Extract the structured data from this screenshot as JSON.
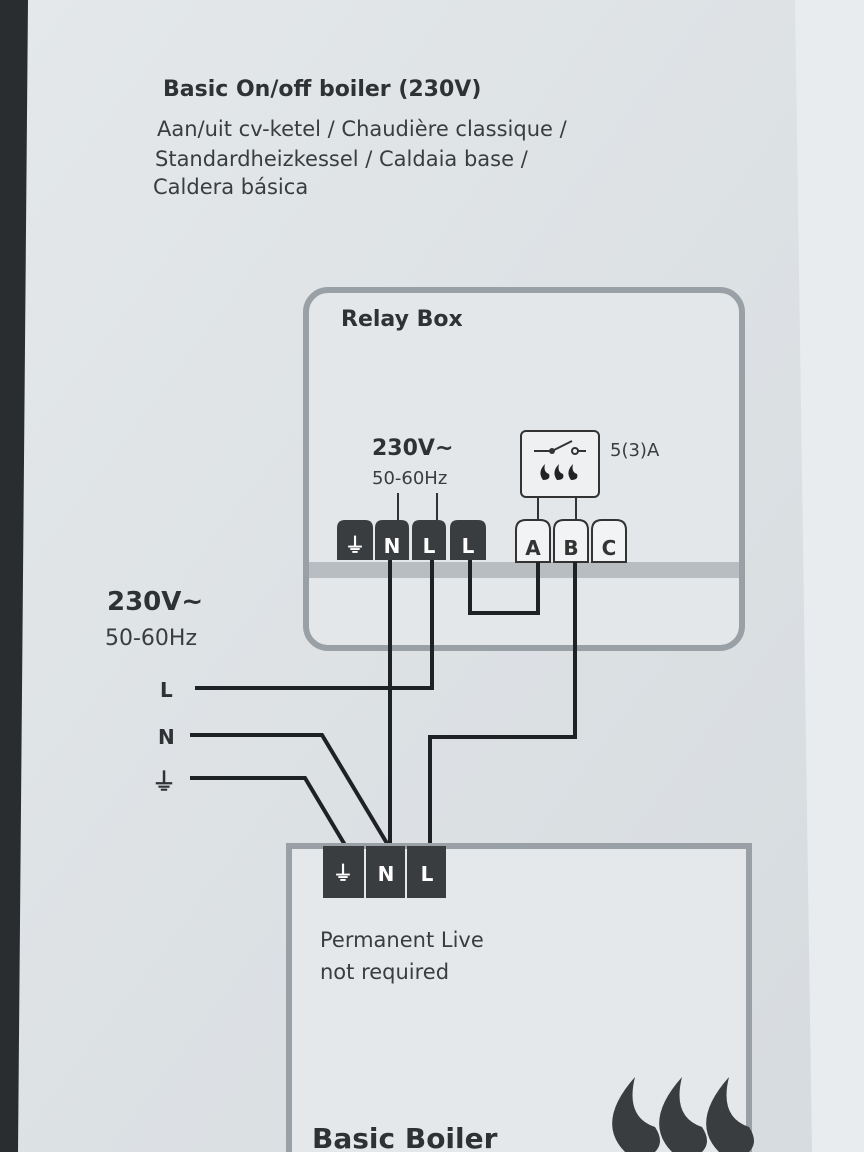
{
  "title": "Basic On/off boiler (230V)",
  "subtitle_lines": [
    "Aan/uit cv-ketel / Chaudière classique /",
    "Standardheizkessel / Caldaia base /",
    "Caldera básica"
  ],
  "relay_box": {
    "label": "Relay Box",
    "voltage": "230V~",
    "frequency": "50-60Hz",
    "rating": "5(3)A",
    "power_terminals": [
      "⏚",
      "N",
      "L",
      "L"
    ],
    "switch_terminals": [
      "A",
      "B",
      "C"
    ]
  },
  "supply": {
    "voltage": "230V~",
    "frequency": "50-60Hz",
    "lines": [
      "L",
      "N",
      "⏚"
    ]
  },
  "boiler": {
    "terminals": [
      "⏚",
      "N",
      "L"
    ],
    "note_lines": [
      "Permanent Live",
      "not required"
    ],
    "label": "Basic Boiler"
  }
}
